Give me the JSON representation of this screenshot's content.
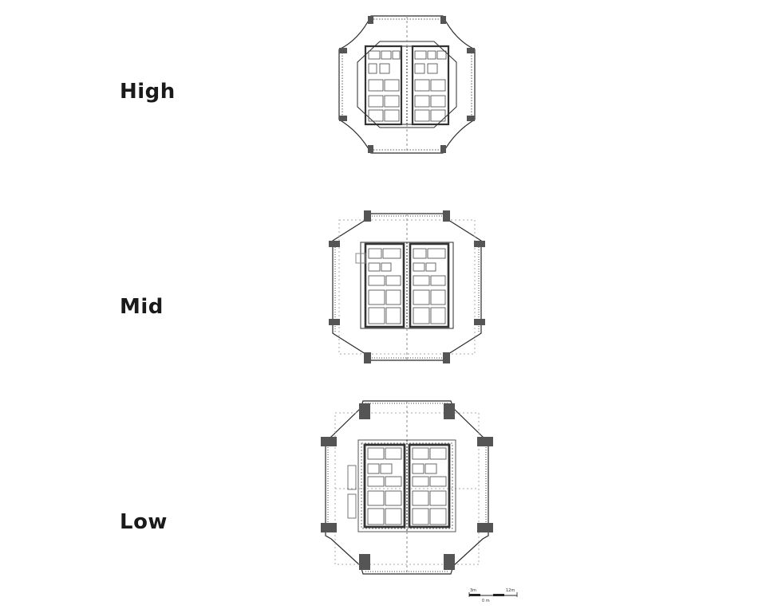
{
  "levels": {
    "high": "High",
    "mid": "Mid",
    "low": "Low"
  },
  "scale_bar": {
    "start": "3m",
    "end": "12m",
    "caption": "0 m"
  },
  "colors": {
    "line": "#2b2b2b",
    "wall": "#555555",
    "dashed": "#888888"
  }
}
